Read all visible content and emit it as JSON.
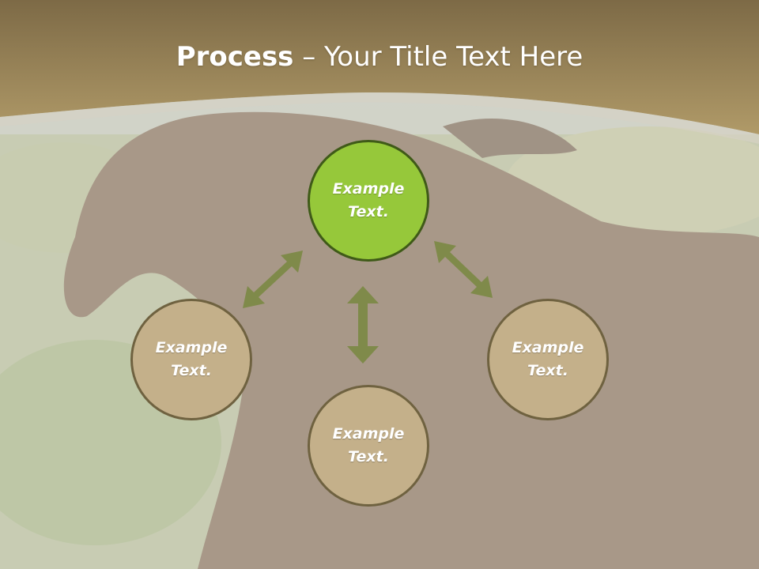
{
  "slide": {
    "title_bold": "Process",
    "title_rest": " – Your Title Text Here"
  },
  "colors": {
    "header_band": "#a08a5c",
    "overlay": "#d2cfc4",
    "primary_fill": "#96c83a",
    "secondary_fill": "#c4b08a",
    "arrow": "#7f8a4a"
  },
  "nodes": [
    {
      "id": "top",
      "label": "Example Text.",
      "style": "primary"
    },
    {
      "id": "left",
      "label": "Example Text.",
      "style": "secondary"
    },
    {
      "id": "right",
      "label": "Example Text.",
      "style": "secondary"
    },
    {
      "id": "bottom",
      "label": "Example Text.",
      "style": "secondary"
    }
  ]
}
